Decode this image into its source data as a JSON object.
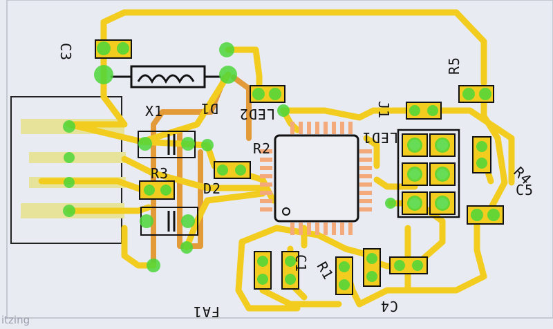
{
  "app": {
    "watermark": "itzing"
  },
  "labels": {
    "c3": "C3",
    "x1": "X1",
    "d1": "D1",
    "led2": "LED2",
    "r2": "R2",
    "j1": "J1",
    "led1": "LED1",
    "r5": "R5",
    "r3": "R3",
    "d2": "D2",
    "r4": "R4",
    "c5": "C5",
    "c1": "C1",
    "r1": "R1",
    "c4": "C4",
    "fa1": "FA1"
  },
  "colors": {
    "background": "#e8ebf2",
    "trace": "#f2cd1f",
    "trace_bottom": "#e39a38",
    "pad_copper": "#f4a97a",
    "via": "#4cd63a",
    "silkscreen": "#111111",
    "board_edge": "#b9bcc4"
  }
}
